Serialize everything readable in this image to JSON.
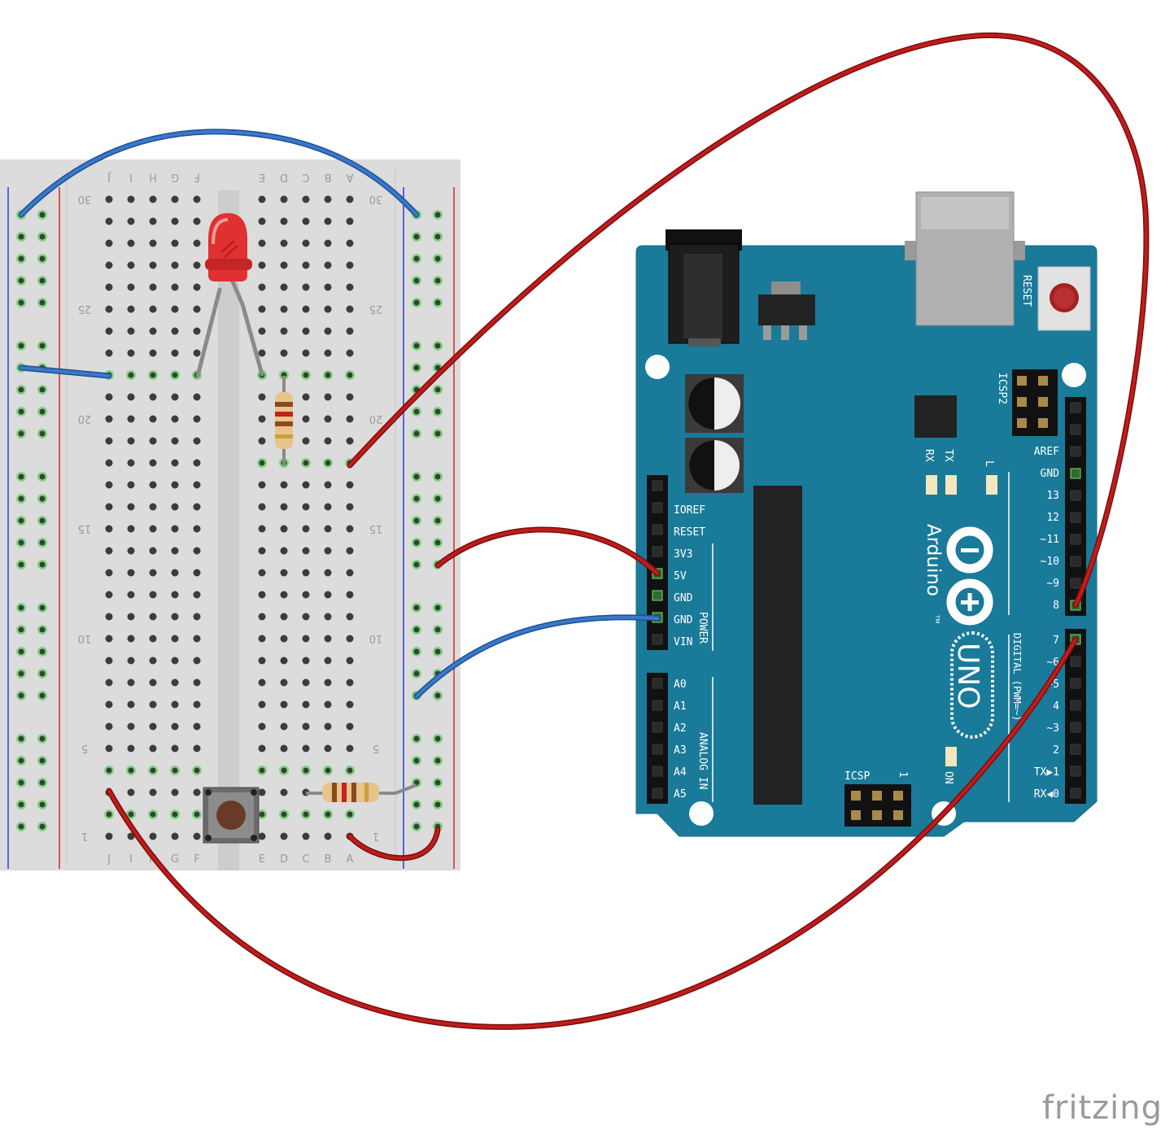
{
  "breadboard": {
    "column_letters_top": [
      "J",
      "I",
      "H",
      "G",
      "F",
      "E",
      "D",
      "C",
      "B",
      "A"
    ],
    "column_letters_bottom": [
      "J",
      "I",
      "H",
      "G",
      "F",
      "E",
      "D",
      "C",
      "B",
      "A"
    ],
    "row_numbers": [
      "30",
      "25",
      "20",
      "15",
      "10",
      "5",
      "1"
    ]
  },
  "arduino": {
    "power_header_labels": [
      "IOREF",
      "RESET",
      "3V3",
      "5V",
      "GND",
      "GND",
      "VIN"
    ],
    "power_section_label": "POWER",
    "analog_header_labels": [
      "A0",
      "A1",
      "A2",
      "A3",
      "A4",
      "A5"
    ],
    "analog_section_label": "ANALOG IN",
    "digital_top_labels": [
      "AREF",
      "GND",
      "13",
      "12",
      "~11",
      "~10",
      "~9",
      "8"
    ],
    "digital_bottom_labels": [
      "7",
      "~6",
      "~5",
      "4",
      "~3",
      "2",
      "TX▶1",
      "RX◀0"
    ],
    "digital_section_label": "DIGITAL (PWM=~)",
    "reset_label": "RESET",
    "icsp2_label": "ICSP2",
    "icsp_label": "ICSP",
    "icsp_pin1_label": "1",
    "led_labels": [
      "RX",
      "TX",
      "L",
      "ON"
    ],
    "brand_name": "Arduino",
    "brand_tm": "TM",
    "model_name": "UNO"
  },
  "footer": {
    "logo_text": "fritzing"
  },
  "colors": {
    "arduino_board": "#1a7a99",
    "wire_red": "#b01818",
    "wire_blue": "#3a78c8",
    "breadboard": "#dcdcdc",
    "hole_connected": "#7cd67c"
  }
}
